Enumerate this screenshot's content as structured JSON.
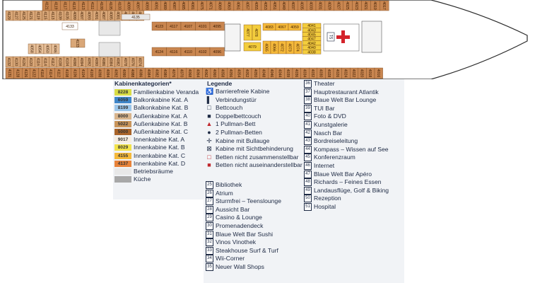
{
  "plan": {
    "lifts_area": "4135",
    "center_top": [
      "4123",
      "4117",
      "4107",
      "4101",
      "4095"
    ],
    "center_bottom": [
      "4124",
      "4116",
      "4110",
      "4102",
      "4096"
    ],
    "left_room": "4133",
    "left_room_bottom": "4134",
    "mid_block_top": [
      "4083",
      "4067",
      "4059"
    ],
    "mid_block_col": [
      "4077",
      "4078",
      "4079"
    ],
    "mid_block_col2": [
      "4065",
      "4066",
      "4072",
      "4073",
      "4074"
    ],
    "right_stack": [
      "4041",
      "4043",
      "4045",
      "4047",
      "4042",
      "4040",
      "4038"
    ],
    "hospital_number": "51",
    "top_row": [
      "4121",
      "4119",
      "4117",
      "4115",
      "4113",
      "4111",
      "4109",
      "4105",
      "4103",
      "4099",
      "4097",
      "4093",
      "4091",
      "4089",
      "4087",
      "4085",
      "4081",
      "4075",
      "4071",
      "4069",
      "4063",
      "4061",
      "4057",
      "4055",
      "4053",
      "4051",
      "4049",
      "4037",
      "4035",
      "4033",
      "4031",
      "4029",
      "4027",
      "4025",
      "4023",
      "4021",
      "4019",
      "4017"
    ],
    "top_row2": [
      "4129",
      "4127",
      "4125",
      "4121",
      "4119",
      "4115",
      "4113",
      "4109",
      "4105",
      "4099",
      "4097",
      "4093",
      "4091",
      "4087",
      "4085",
      "4081",
      "4077",
      "4075",
      "4073"
    ],
    "bottom_row": [
      "4131",
      "4128",
      "4126",
      "4122",
      "4118",
      "4114",
      "4112",
      "4108",
      "4106",
      "4104",
      "4100",
      "4098",
      "4094",
      "4092",
      "4090",
      "4088",
      "4086",
      "4084",
      "4082",
      "4080",
      "4076",
      "4070",
      "4068",
      "4064",
      "4062",
      "4060",
      "4058",
      "4056",
      "4054",
      "4052",
      "4050",
      "4048",
      "4046",
      "4044",
      "4039",
      "4036",
      "4034",
      "4032",
      "4030",
      "4028",
      "4026",
      "4024",
      "4022",
      "4020",
      "4018",
      "4016"
    ],
    "bottom_row2": [
      "4132",
      "4130",
      "4126",
      "4120",
      "4116",
      "4114",
      "4112",
      "4108",
      "4104",
      "4098",
      "4094",
      "4092",
      "4090",
      "4086",
      "4084",
      "4082",
      "4078",
      "4076",
      "4074"
    ]
  },
  "categories": {
    "title": "Kabinenkategorien*",
    "items": [
      {
        "code": "8228",
        "label": "Familienkabine Veranda",
        "color": "#d8dc45"
      },
      {
        "code": "6059",
        "label": "Balkonkabine Kat. A",
        "color": "#3f86c9"
      },
      {
        "code": "8199",
        "label": "Balkonkabine Kat. B",
        "color": "#9cc6ea"
      },
      {
        "code": "8000",
        "label": "Außenkabine Kat. A",
        "color": "#d8b48c"
      },
      {
        "code": "5022",
        "label": "Außenkabine Kat. B",
        "color": "#c9955b"
      },
      {
        "code": "5000",
        "label": "Außenkabine Kat. C",
        "color": "#a9642a"
      },
      {
        "code": "9017",
        "label": "Innenkabine Kat. A",
        "color": "#f6ede0"
      },
      {
        "code": "8029",
        "label": "Innenkabine Kat. B",
        "color": "#f2e34a"
      },
      {
        "code": "4155",
        "label": "Innenkabine Kat. C",
        "color": "#f5b93a"
      },
      {
        "code": "4137",
        "label": "Innenkabine Kat. D",
        "color": "#e8833a"
      },
      {
        "code": "",
        "label": "Betriebsräume",
        "color": "#e8e8e8"
      },
      {
        "code": "",
        "label": "Küche",
        "color": "#a8a8a8"
      }
    ]
  },
  "legend": {
    "title": "Legende",
    "symbols": [
      {
        "icon": "♿",
        "label": "Barrierefreie Kabine",
        "color": "#1e2a44"
      },
      {
        "icon": "▌",
        "label": "Verbindungstür",
        "color": "#1e2a44"
      },
      {
        "icon": "□",
        "label": "Bettcouch",
        "color": "#1e2a44"
      },
      {
        "icon": "■",
        "label": "Doppelbettcouch",
        "color": "#1e2a44"
      },
      {
        "icon": "▲",
        "label": "1 Pullman-Bett",
        "color": "#c0272d"
      },
      {
        "icon": "●",
        "label": "2 Pullman-Betten",
        "color": "#1e2a44"
      },
      {
        "icon": "✛",
        "label": "Kabine mit Bullauge",
        "color": "#1e2a44"
      },
      {
        "icon": "⊠",
        "label": "Kabine mit Sichtbehinderung",
        "color": "#1e2a44"
      },
      {
        "icon": "□",
        "label": "Betten nicht zusammenstellbar",
        "color": "#c0272d"
      },
      {
        "icon": "■",
        "label": "Betten nicht auseinanderstellbar",
        "color": "#c0272d"
      }
    ],
    "places_col1": [
      {
        "num": "25",
        "label": "Bibliothek"
      },
      {
        "num": "26",
        "label": "Atrium"
      },
      {
        "num": "27",
        "label": "Sturmfrei – Teenslounge"
      },
      {
        "num": "28",
        "label": "Aussicht Bar"
      },
      {
        "num": "29",
        "label": "Casino & Lounge"
      },
      {
        "num": "30",
        "label": "Promenadendeck"
      },
      {
        "num": "31",
        "label": "Blaue Welt Bar Sushi"
      },
      {
        "num": "32",
        "label": "Vinos Vinothek"
      },
      {
        "num": "33",
        "label": "Steakhouse Surf & Turf"
      },
      {
        "num": "34",
        "label": "Wii-Corner"
      },
      {
        "num": "35",
        "label": "Neuer Wall Shops"
      }
    ],
    "places_col2": [
      {
        "num": "36",
        "label": "Theater"
      },
      {
        "num": "37",
        "label": "Hauptrestaurant Atlantik"
      },
      {
        "num": "38",
        "label": "Blaue Welt Bar Lounge"
      },
      {
        "num": "39",
        "label": "TUI Bar"
      },
      {
        "num": "40",
        "label": "Foto & DVD"
      },
      {
        "num": "41",
        "label": "Kunstgalerie"
      },
      {
        "num": "42",
        "label": "Nasch Bar"
      },
      {
        "num": "43",
        "label": "Bordreiseleitung"
      },
      {
        "num": "44",
        "label": "Kompass – Wissen auf See"
      },
      {
        "num": "45",
        "label": "Konferenzraum"
      },
      {
        "num": "46",
        "label": "Internet"
      },
      {
        "num": "47",
        "label": "Blaue Welt Bar Apéro"
      },
      {
        "num": "48",
        "label": "Richards – Feines Essen"
      },
      {
        "num": "49",
        "label": "Landausflüge, Golf & Biking"
      },
      {
        "num": "50",
        "label": "Rezeption"
      },
      {
        "num": "51",
        "label": "Hospital"
      }
    ]
  }
}
